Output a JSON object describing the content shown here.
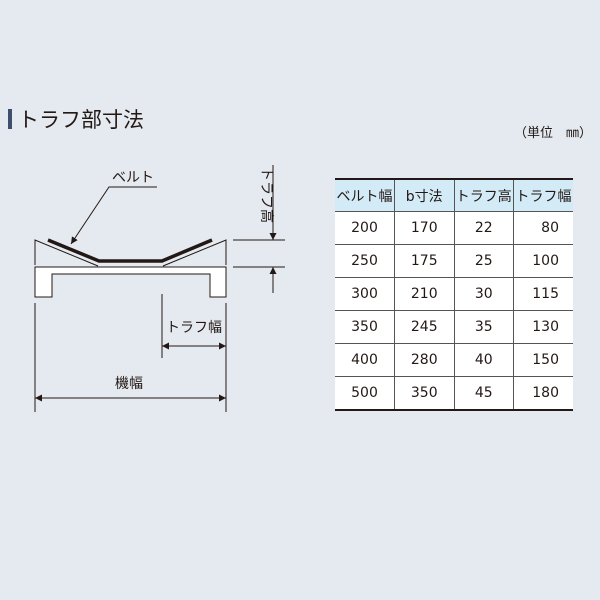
{
  "title": "トラフ部寸法",
  "unit": "（単位　㎜）",
  "diagram": {
    "belt_label": "ベルト",
    "trough_height_label": "トラフ高",
    "trough_width_label": "トラフ幅",
    "machine_width_label": "機幅"
  },
  "table": {
    "headers": [
      "ベルト幅",
      "b寸法",
      "トラフ高",
      "トラフ幅"
    ],
    "rows": [
      [
        "200",
        "170",
        "22",
        "80"
      ],
      [
        "250",
        "175",
        "25",
        "100"
      ],
      [
        "300",
        "210",
        "30",
        "115"
      ],
      [
        "350",
        "245",
        "35",
        "130"
      ],
      [
        "400",
        "280",
        "40",
        "150"
      ],
      [
        "500",
        "350",
        "45",
        "180"
      ]
    ]
  },
  "colors": {
    "background": "#e4eaef",
    "header_fill": "#d3ebf7",
    "title_bar": "#3d4f6e"
  }
}
